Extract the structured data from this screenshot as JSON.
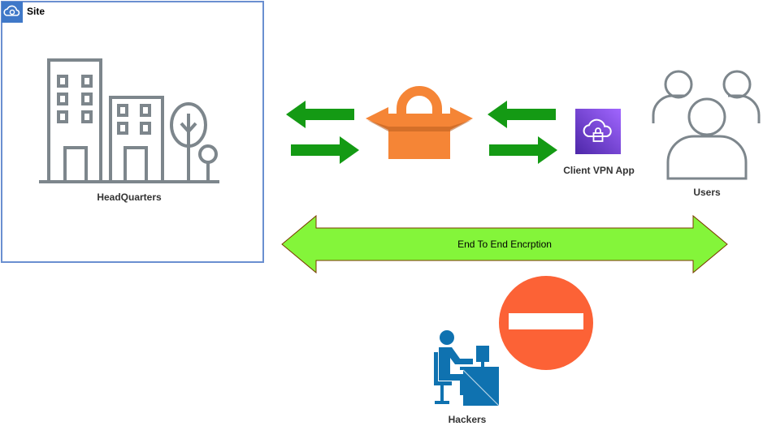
{
  "site": {
    "label": "Site",
    "badge_icon": "cloud-gear-icon",
    "border_color": "#6a8fd0"
  },
  "headquarters": {
    "label": "HeadQuarters",
    "icon": "office-building-icon"
  },
  "gateway": {
    "icon": "vpn-gateway-lock-icon",
    "color": "#f58536"
  },
  "client_vpn": {
    "label": "Client VPN App",
    "icon": "client-vpn-app-icon",
    "color": "#7b4be0"
  },
  "users": {
    "label": "Users",
    "icon": "users-group-icon"
  },
  "encryption": {
    "label": "End To End Encrption",
    "fill": "#84f53a"
  },
  "arrows": {
    "color": "#149a14"
  },
  "blocked": {
    "icon": "no-entry-icon",
    "color": "#fc6236"
  },
  "hackers": {
    "label": "Hackers",
    "icon": "hacker-at-computer-icon",
    "color": "#0f72b0"
  }
}
